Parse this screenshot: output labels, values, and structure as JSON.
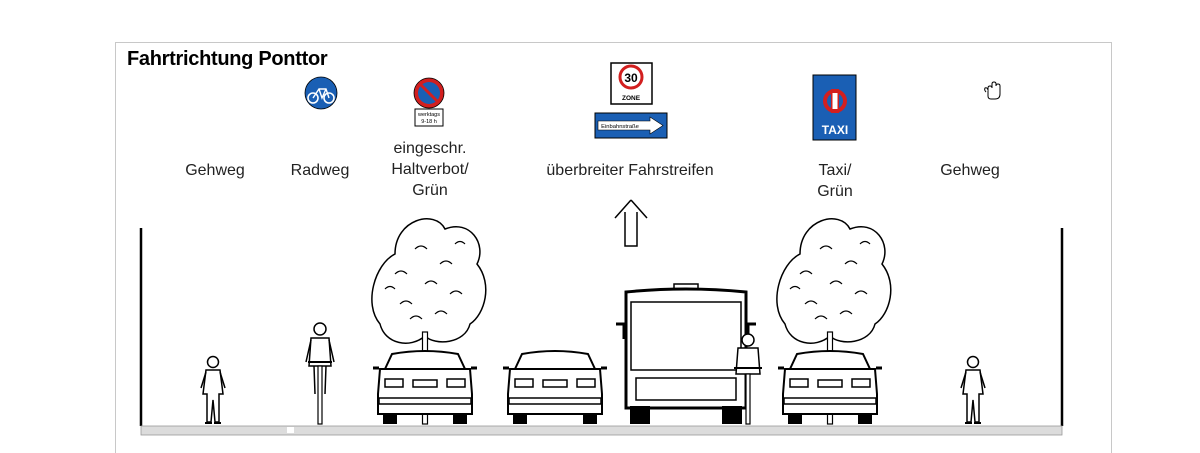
{
  "title": "Fahrtrichtung Ponttor",
  "lanes": [
    {
      "label": "Gehweg"
    },
    {
      "label": "Radweg"
    },
    {
      "label_lines": [
        "eingeschr.",
        "Haltverbot/",
        "Grün"
      ]
    },
    {
      "label": "überbreiter Fahrstreifen"
    },
    {
      "label_lines": [
        "Taxi/",
        "Grün"
      ]
    },
    {
      "label": "Gehweg"
    }
  ],
  "signs": {
    "bike_path": {
      "icon": "bicycle-icon",
      "color": "#1a5fb4"
    },
    "no_stopping": {
      "icon": "no-stopping-icon",
      "plate_lines": [
        "werktags",
        "9-18 h"
      ],
      "ring_color": "#d21f1f",
      "fill_color": "#1a5fb4"
    },
    "speed_zone": {
      "number": "30",
      "caption": "ZONE",
      "ring_color": "#d21f1f"
    },
    "one_way": {
      "text": "Einbahnstraße",
      "color": "#1a5fb4"
    },
    "taxi": {
      "text": "TAXI",
      "color": "#1a5fb4",
      "ring_color": "#d21f1f"
    }
  },
  "cursor": {
    "icon": "hand-cursor-icon"
  },
  "direction": {
    "icon": "arrow-up-icon"
  }
}
